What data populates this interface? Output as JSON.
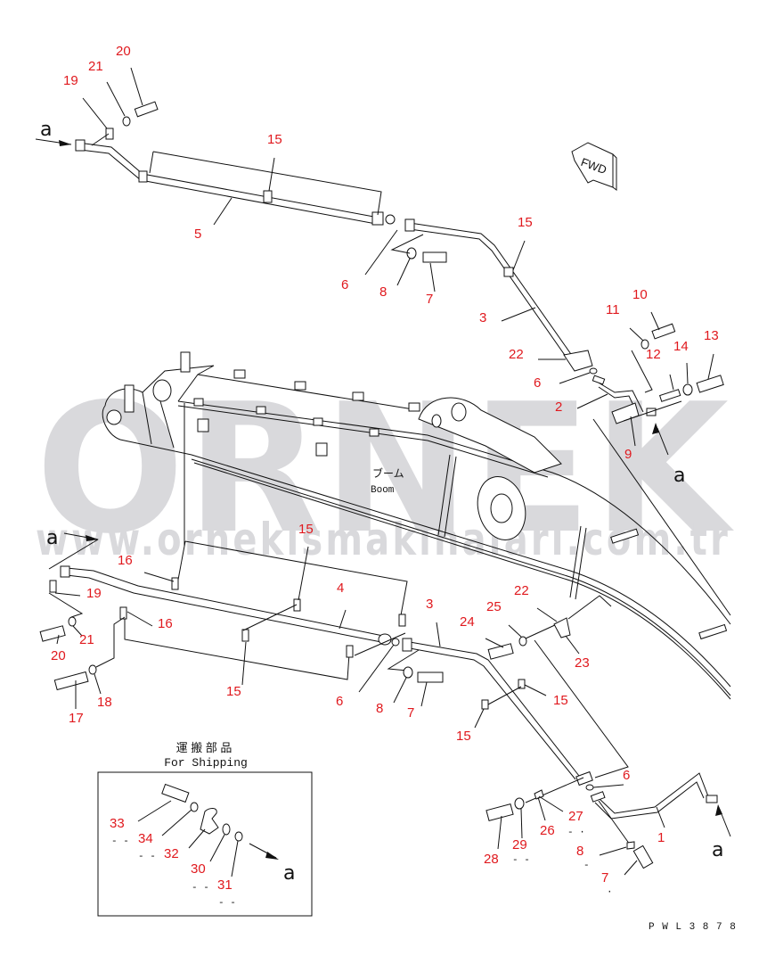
{
  "diagram": {
    "drawing_number": "PWL3878",
    "drawing_number_spaced": "P W L 3 8 7 8",
    "fwd_label": "FWD",
    "boom_label_jp": "ブーム",
    "boom_label_en": "Boom",
    "view_marker": "a",
    "shipping_box": {
      "title_jp": "運 搬 部 品",
      "title_en": "For Shipping",
      "labels": [
        "33",
        "34",
        "32",
        "30",
        "31"
      ],
      "dashes": [
        "- -",
        "- -",
        "- -",
        "- -",
        "- -"
      ]
    },
    "colors": {
      "callout": "#e0191e",
      "line": "#111111",
      "watermark": "#d9d9dc",
      "watermark_accent": "#f5c842"
    },
    "callouts": {
      "c20a": "20",
      "c21a": "21",
      "c19a": "19",
      "c15a": "15",
      "c5": "5",
      "c6a": "6",
      "c8a": "8",
      "c7a": "7",
      "c15b": "15",
      "c3a": "3",
      "c10": "10",
      "c11": "11",
      "c12": "12",
      "c13": "13",
      "c14": "14",
      "c22a": "22",
      "c6b": "6",
      "c2": "2",
      "c9": "9",
      "c15c": "15",
      "c4": "4",
      "c16a": "16",
      "c19b": "19",
      "c16b": "16",
      "c21b": "21",
      "c20b": "20",
      "c15d": "15",
      "c17": "17",
      "c18": "18",
      "c6c": "6",
      "c8b": "8",
      "c7b": "7",
      "c3b": "3",
      "c22b": "22",
      "c25": "25",
      "c24": "24",
      "c23": "23",
      "c15e": "15",
      "c15f": "15",
      "c6d": "6",
      "c27": "27",
      "c26": "26",
      "c29": "29",
      "c28": "28",
      "c8c": "8",
      "c7c": "7",
      "c1": "1"
    }
  },
  "watermark": {
    "brand": "ORNEK",
    "url": "www.ornekismakinalari.com.tr"
  }
}
